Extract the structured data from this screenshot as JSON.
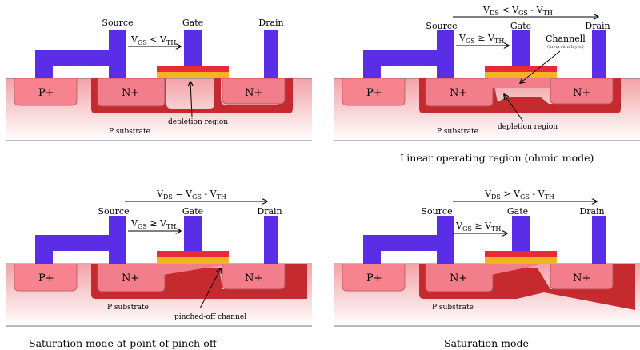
{
  "colors": {
    "electrode": "#5a2ee6",
    "n_plus": "#f27e8c",
    "p_plus": "#f7838f",
    "depletion": "#c42a2e",
    "substrate_top": "#f3a6aa",
    "gate_oxide": "#f4b422",
    "gate_metal": "#ea2a36"
  },
  "labels": {
    "source": "Source",
    "gate": "Gate",
    "drain": "Drain",
    "p_plus": "P+",
    "n_plus": "N+",
    "p_substrate": "P substrate"
  },
  "panels": [
    {
      "vgs_main": "V",
      "vgs_sub": "GS",
      "vgs_rel": " < ",
      "vgs_v": "V",
      "vgs_th": "TH",
      "vds": null,
      "region_label": "depletion region",
      "extra_label": null,
      "extra_sub": null,
      "caption": ""
    },
    {
      "vgs_main": "V",
      "vgs_sub": "GS",
      "vgs_rel": " ≥ ",
      "vgs_v": "V",
      "vgs_th": "TH",
      "vds": {
        "v1": "V",
        "s1": "DS",
        "rel": " < ",
        "v2": "V",
        "s2": "GS",
        "minus": " - ",
        "v3": "V",
        "s3": "TH"
      },
      "region_label": "depletion region",
      "extra_label": "Channell",
      "extra_sub": "(inversion layer)",
      "caption": "Linear operating region (ohmic mode)"
    },
    {
      "vgs_main": "V",
      "vgs_sub": "GS",
      "vgs_rel": " ≥ ",
      "vgs_v": "V",
      "vgs_th": "TH",
      "vds": {
        "v1": "V",
        "s1": "DS",
        "rel": " =  ",
        "v2": "V",
        "s2": "GS",
        "minus": " - ",
        "v3": "V",
        "s3": "TH"
      },
      "region_label": "pinched-off channel",
      "extra_label": null,
      "extra_sub": null,
      "caption": "Saturation mode at point of pinch-off"
    },
    {
      "vgs_main": "V",
      "vgs_sub": "GS",
      "vgs_rel": " ≥ ",
      "vgs_v": "V",
      "vgs_th": "TH",
      "vds": {
        "v1": "V",
        "s1": "DS",
        "rel": " > ",
        "v2": "V",
        "s2": "GS",
        "minus": " - ",
        "v3": "V",
        "s3": "TH"
      },
      "region_label": "",
      "extra_label": null,
      "extra_sub": null,
      "caption": "Saturation mode"
    }
  ]
}
